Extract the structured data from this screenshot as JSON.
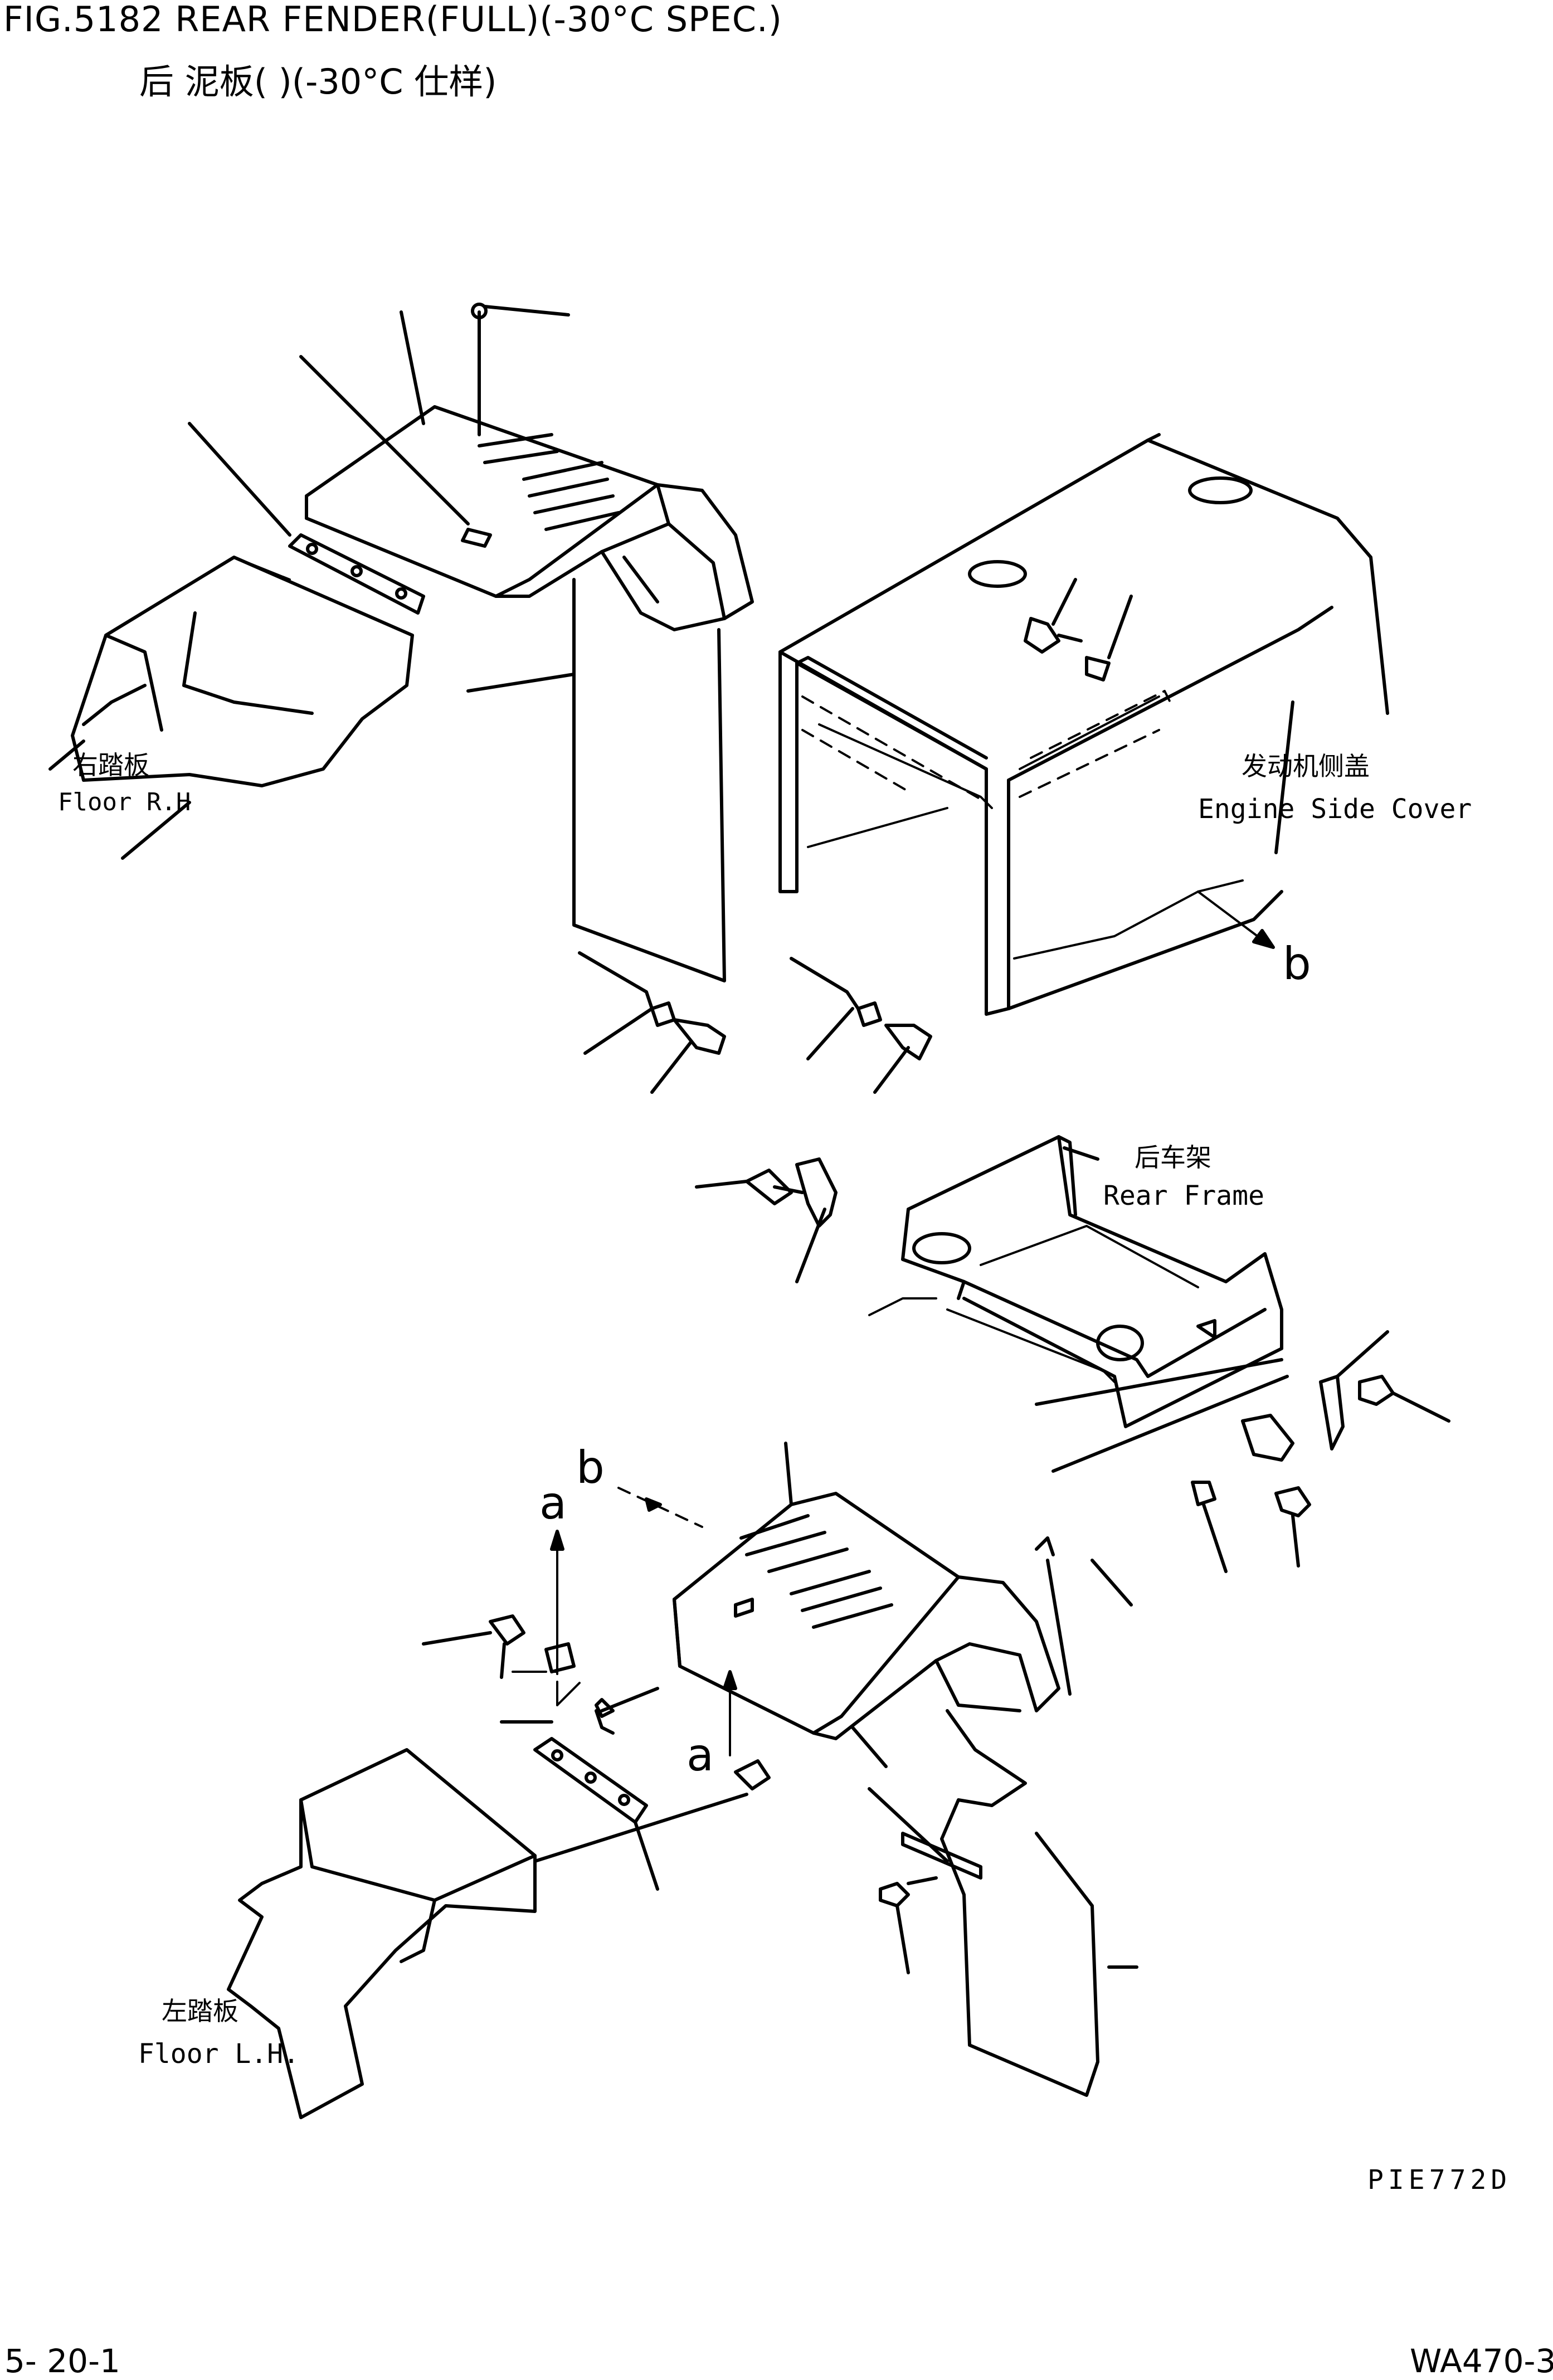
{
  "header": {
    "title": "FIG.5182    REAR FENDER(FULL)(-30°C SPEC.)",
    "title_cn": "后  泥板(   )(-30°C 仕样)"
  },
  "labels": {
    "floor_rh_cn": "右踏板",
    "floor_rh_en": "Floor R.H",
    "engine_side_cover_cn": "发动机侧盖",
    "engine_side_cover_en": "Engine Side Cover",
    "rear_frame_cn": "后车架",
    "rear_frame_en": "Rear Frame",
    "floor_lh_cn": "左踏板",
    "floor_lh_en": "Floor L.H."
  },
  "references": {
    "b_upper": "b",
    "b_lower": "b",
    "a_upper": "a",
    "a_lower": "a"
  },
  "footer": {
    "drawing_code": "PIE772D",
    "page_number": "5- 20-1",
    "model": "WA470-3"
  }
}
